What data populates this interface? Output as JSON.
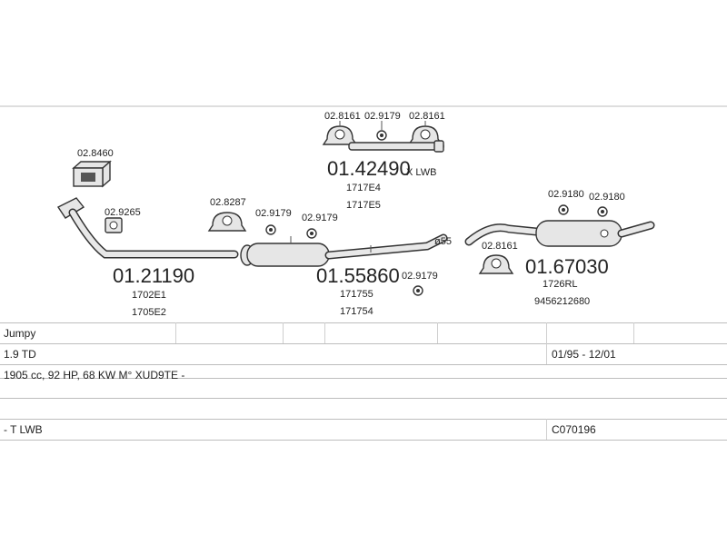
{
  "top_parts": {
    "left_clamp": "02.8161",
    "mid_clamp": "02.9179",
    "right_clamp": "02.8161",
    "pipe_number": "01.42490",
    "pipe_suffix": "X  LWB",
    "pipe_ref1": "1717E4",
    "pipe_ref2": "1717E5"
  },
  "parts": {
    "kit": "02.8460",
    "gasket": "02.9265",
    "front_pipe_number": "01.21190",
    "front_pipe_ref1": "1702E1",
    "front_pipe_ref2": "1705E2",
    "clamp_a": "02.8287",
    "rubber_a": "02.9179",
    "rubber_b": "02.9179",
    "center_number": "01.55860",
    "center_ref1": "171755",
    "center_ref2": "171754",
    "rubber_c": "02.9179",
    "diameter": "ø55",
    "rear_clamp": "02.8161",
    "rear_rubber_a": "02.9180",
    "rear_rubber_b": "02.9180",
    "rear_number": "01.67030",
    "rear_ref1": "1726RL",
    "rear_ref2": "9456212680"
  },
  "table": {
    "model": "Jumpy",
    "engine": "1.9 TD",
    "years": "01/95 - 12/01",
    "specs": "1905 cc, 92 HP, 68 KW M° XUD9TE -",
    "variant": "- T LWB",
    "code": "C070196"
  }
}
